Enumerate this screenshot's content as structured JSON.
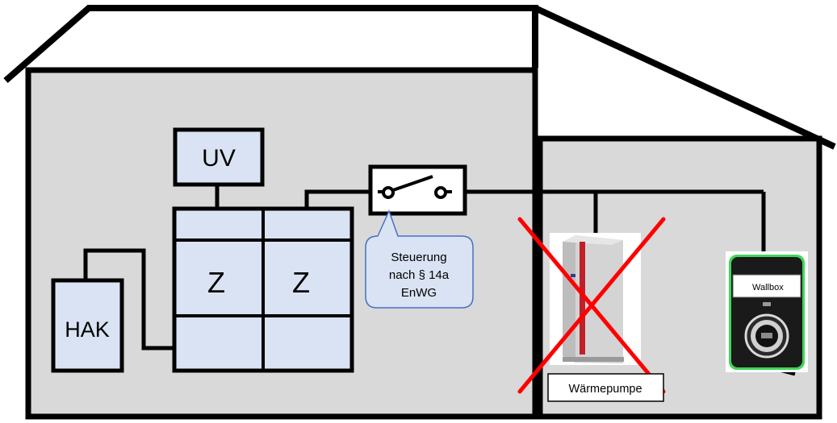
{
  "labels": {
    "uv": "UV",
    "meter_left": "Z",
    "meter_right": "Z",
    "hak": "HAK",
    "callout_line1": "Steuerung",
    "callout_line2": "nach § 14a",
    "callout_line3": "EnWG",
    "wallbox": "Wallbox",
    "heat_pump": "Wärmepumpe"
  },
  "colors": {
    "wall_fill": "#d9d9d9",
    "outline": "#000000",
    "box_fill": "#dae3f3",
    "callout_fill": "#dae3f3",
    "callout_stroke": "#4472c4",
    "cross": "#ff0000",
    "heat_pump_body": "#c8c8c8",
    "heat_pump_accent": "#c0202a",
    "wallbox_glow": "#3fd65a"
  }
}
